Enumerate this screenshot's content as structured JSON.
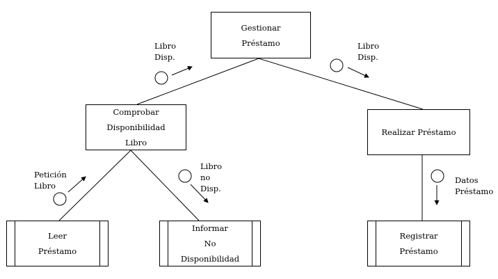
{
  "modules": {
    "gestionar": [
      "Gestionar",
      "Préstamo"
    ],
    "comprobar": [
      "Comprobar",
      "Disponibilidad",
      "Libro"
    ],
    "realizar": [
      "Realizar Préstamo"
    ],
    "leer": [
      "Leer",
      "Préstamo"
    ],
    "informar": [
      "Informar",
      "No",
      "Disponibilidad"
    ],
    "registrar": [
      "Registrar",
      "Préstamo"
    ]
  },
  "couples": {
    "libro_disp_left": [
      "Libro",
      "Disp."
    ],
    "libro_disp_right": [
      "Libro",
      "Disp."
    ],
    "peticion_libro": [
      "Petición",
      "Libro"
    ],
    "libro_no_disp": [
      "Libro",
      "no",
      "Disp."
    ],
    "datos_prestamo": [
      "Datos",
      "Préstamo"
    ]
  }
}
